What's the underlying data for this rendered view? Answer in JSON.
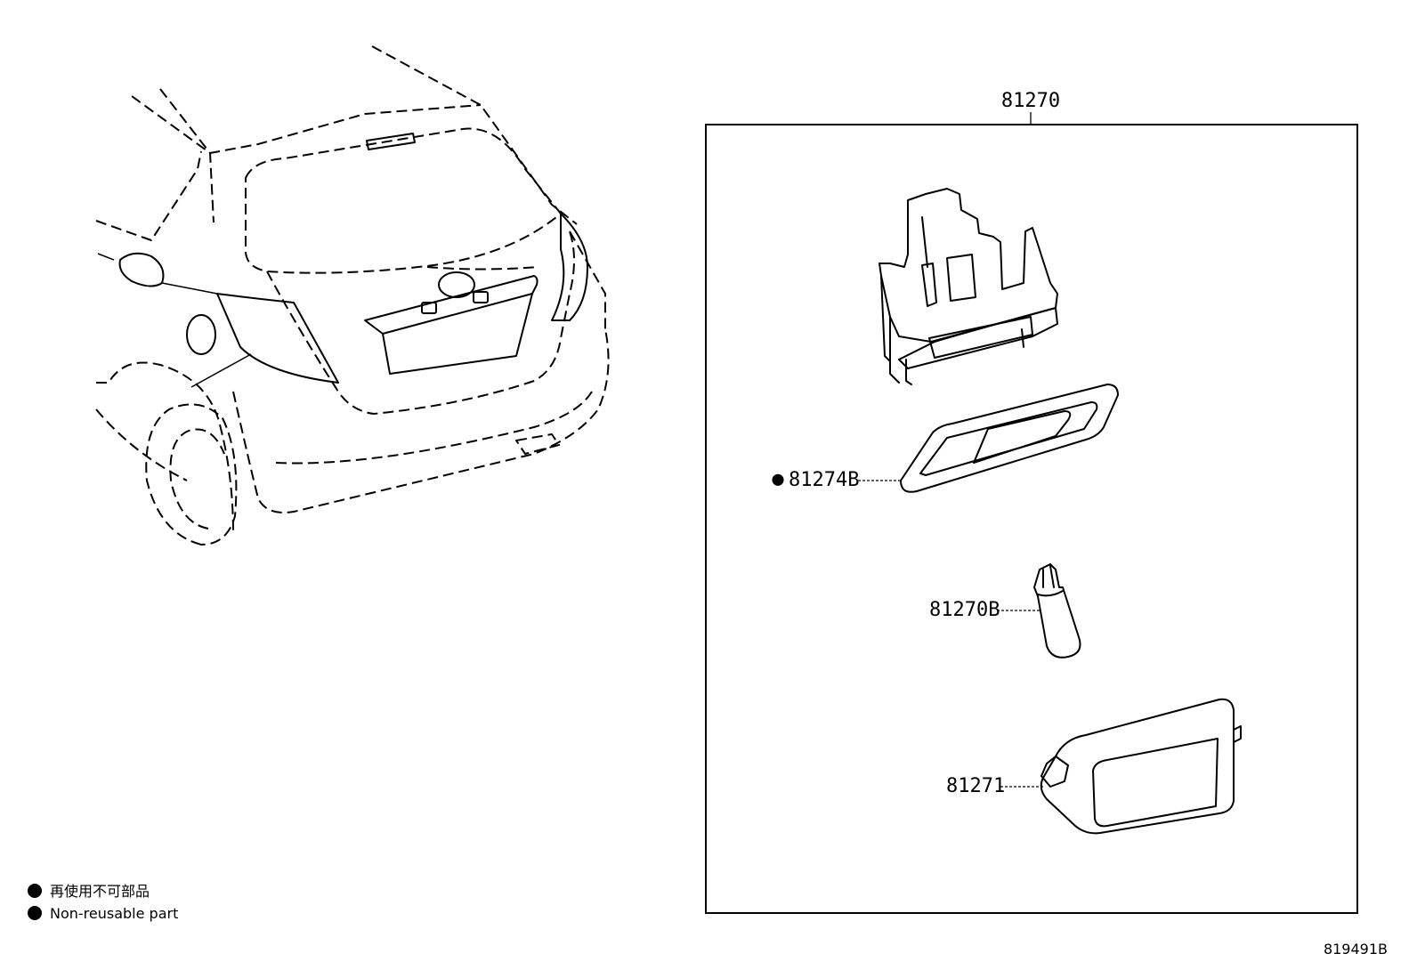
{
  "assembly": {
    "part_no": "81270"
  },
  "callouts": [
    {
      "part_no": "81274B",
      "non_reusable": true
    },
    {
      "part_no": "81270B",
      "non_reusable": false
    },
    {
      "part_no": "81271",
      "non_reusable": false
    }
  ],
  "legend": {
    "symbol": "●",
    "japanese": "再使用不可部品",
    "english": "Non-reusable part"
  },
  "illustration_id": "819491B"
}
